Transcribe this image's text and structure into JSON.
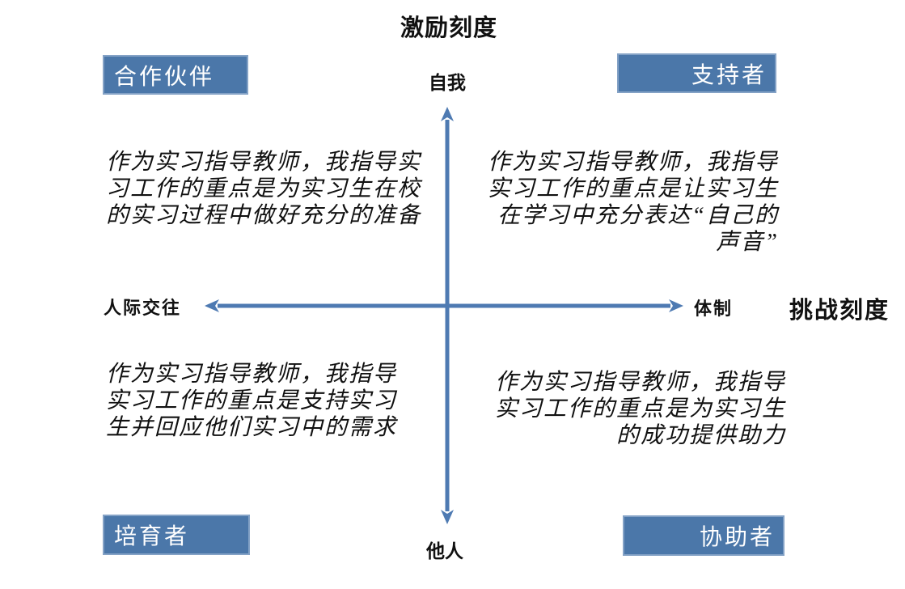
{
  "diagram": {
    "title": "激励刻度",
    "horizontal_axis_title": "挑战刻度",
    "axis_endpoints": {
      "top": "自我",
      "bottom": "他人",
      "left": "人际交往",
      "right": "体制"
    },
    "quadrants": {
      "top_left": {
        "label": "合作伙伴",
        "description": "作为实习指导教师，我指导实\n习工作的重点是为实习生在校\n的实习过程中做好充分的准备"
      },
      "top_right": {
        "label": "支持者",
        "description": "作为实习指导教师，我指导\n实习工作的重点是让实习生\n在学习中充分表达“自己的\n声音”"
      },
      "bottom_left": {
        "label": "培育者",
        "description": "作为实习指导教师，我指导\n实习工作的重点是支持实习\n生并回应他们实习中的需求"
      },
      "bottom_right": {
        "label": "协助者",
        "description": "作为实习指导教师，我指导\n实习工作的重点是为实习生\n的成功提供助力"
      }
    }
  },
  "colors": {
    "badge_fill": "#4b77a9",
    "badge_border": "#84a2c6",
    "badge_text": "#ffffff",
    "arrow": "#4e7ab2",
    "text": "#111111",
    "background": "#ffffff"
  }
}
